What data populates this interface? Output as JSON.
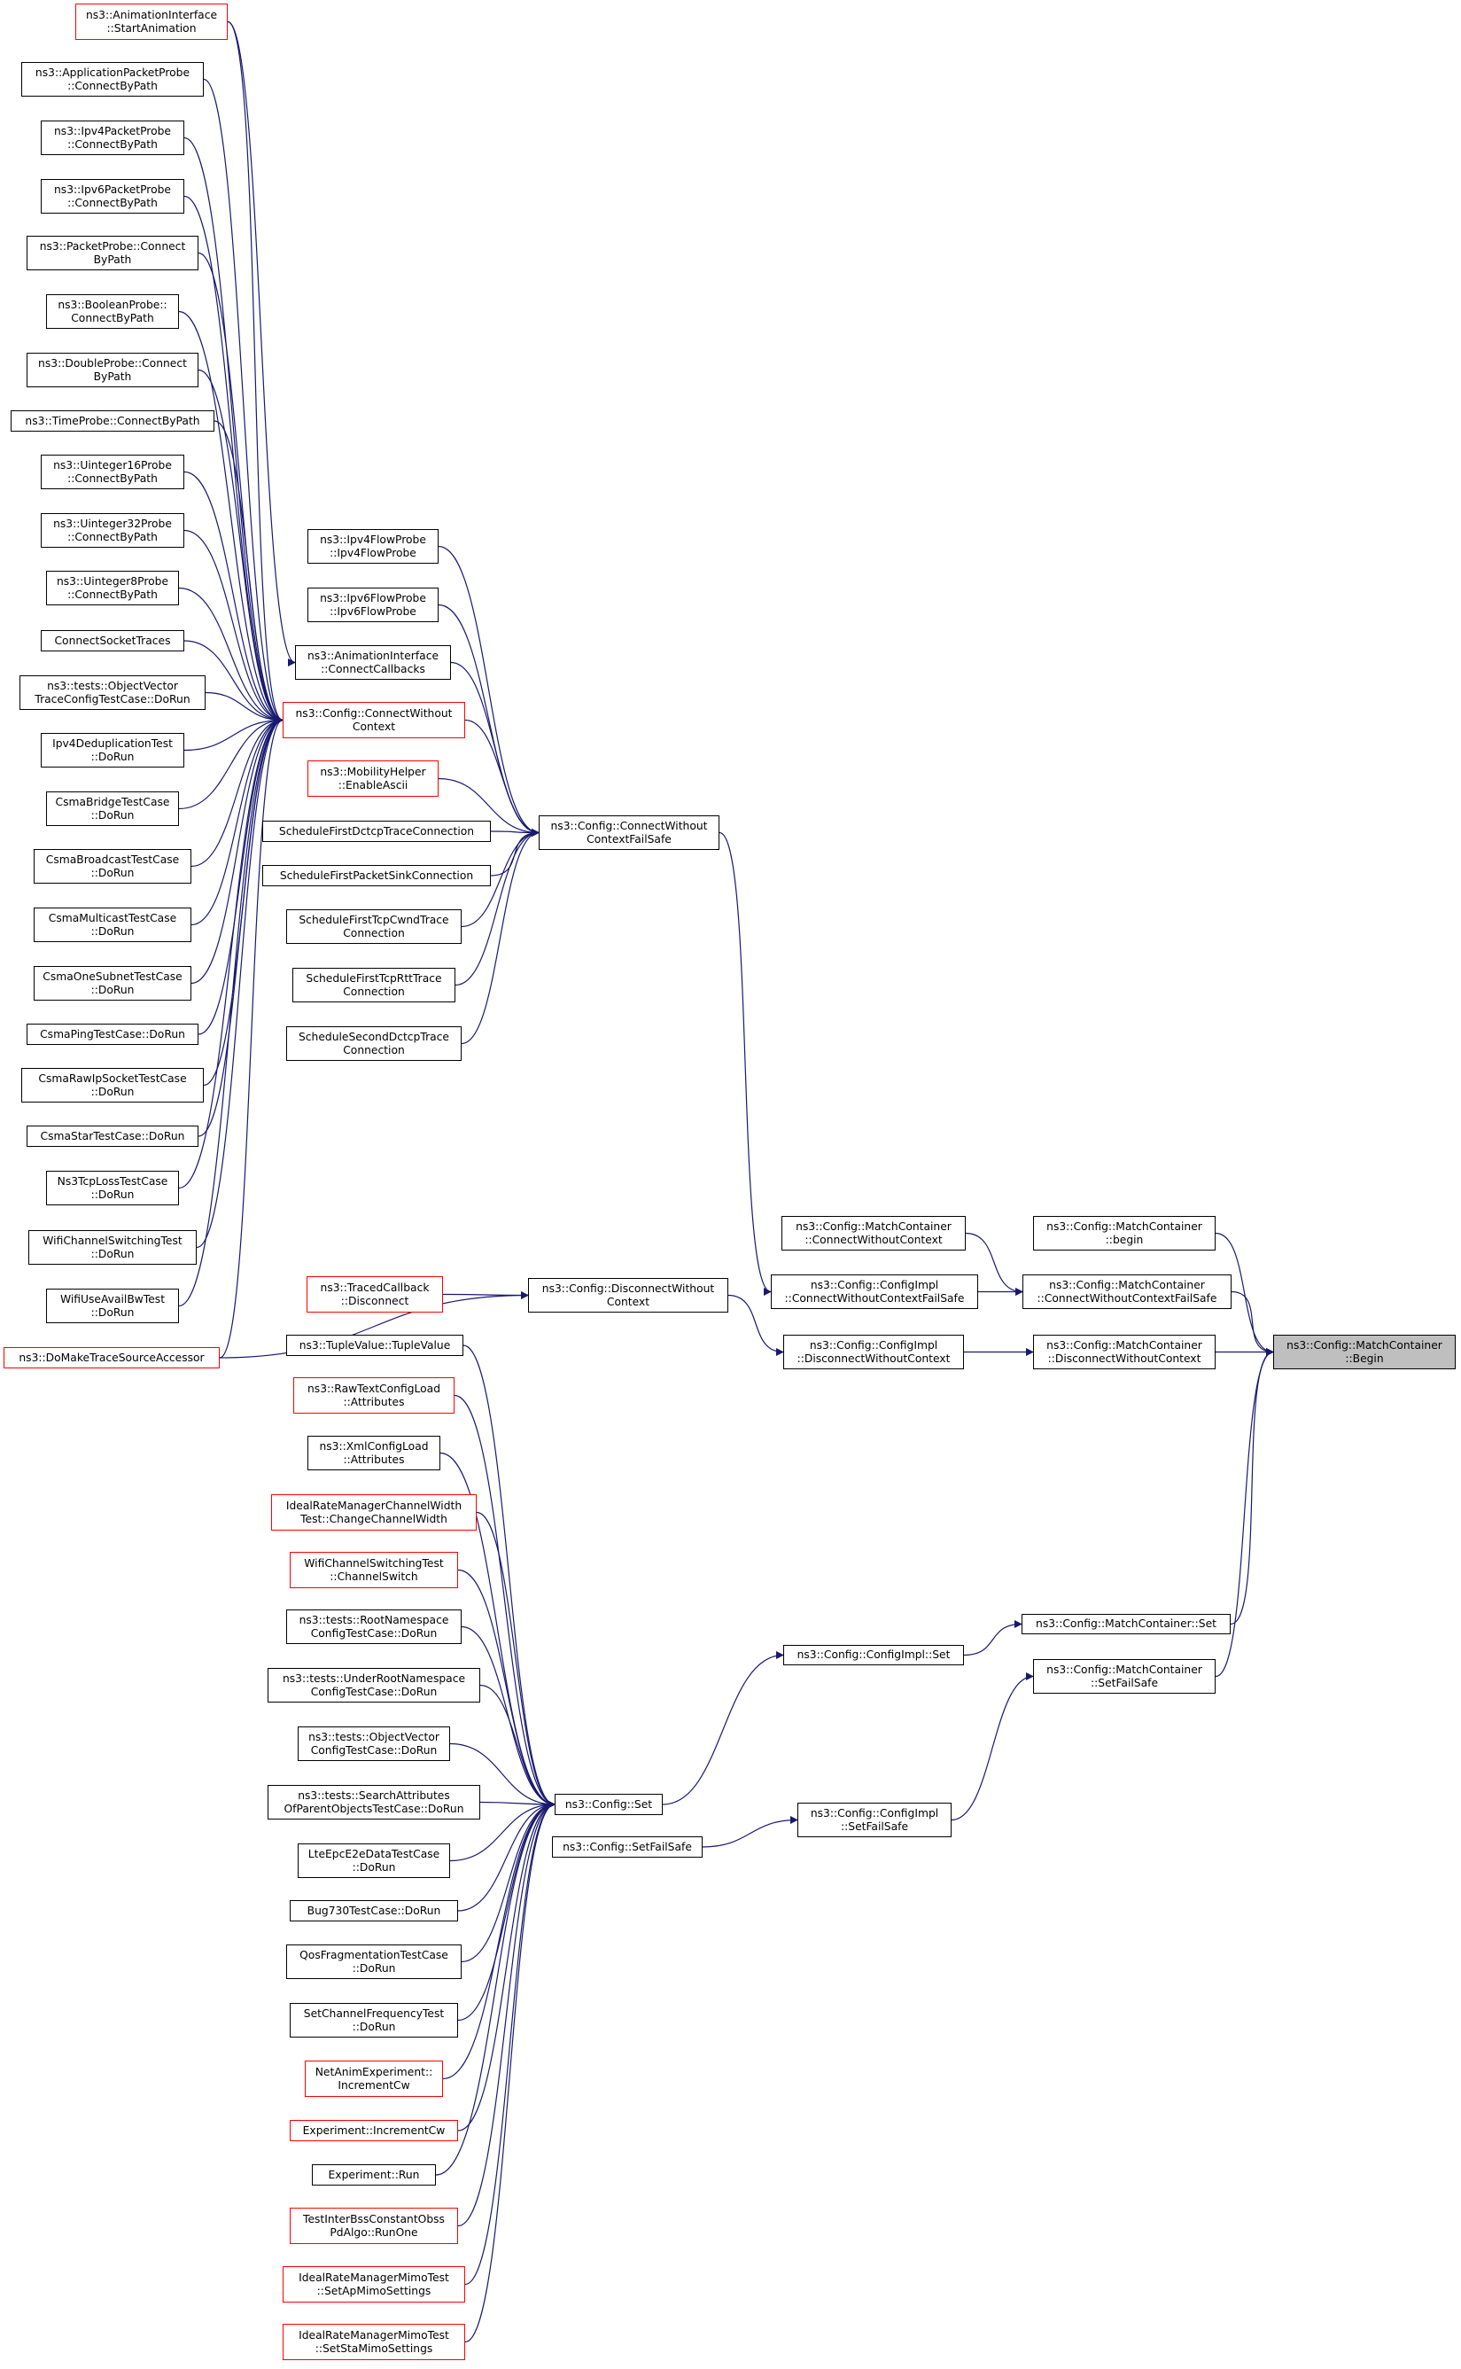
{
  "diagram": {
    "colors": {
      "edge": "#191970",
      "node_border": "#000000",
      "truncated_border": "#ff0000",
      "target_fill": "#bfbfbf"
    },
    "nodes": [
      {
        "id": "begin-target",
        "lines": [
          "ns3::Config::MatchContainer",
          "::Begin"
        ],
        "style": "target"
      },
      {
        "id": "mc-begin-lower",
        "lines": [
          "ns3::Config::MatchContainer",
          "::begin"
        ],
        "style": "normal"
      },
      {
        "id": "mc-connectwoctx-failsafe",
        "lines": [
          "ns3::Config::MatchContainer",
          "::ConnectWithoutContextFailSafe"
        ],
        "style": "normal"
      },
      {
        "id": "mc-disconnectwoctx",
        "lines": [
          "ns3::Config::MatchContainer",
          "::DisconnectWithoutContext"
        ],
        "style": "normal"
      },
      {
        "id": "mc-set",
        "lines": [
          "ns3::Config::MatchContainer::Set"
        ],
        "style": "normal"
      },
      {
        "id": "mc-setfailsafe",
        "lines": [
          "ns3::Config::MatchContainer",
          "::SetFailSafe"
        ],
        "style": "normal"
      },
      {
        "id": "mc-connectwoctx",
        "lines": [
          "ns3::Config::MatchContainer",
          "::ConnectWithoutContext"
        ],
        "style": "normal"
      },
      {
        "id": "ci-connectwoctx-failsafe",
        "lines": [
          "ns3::Config::ConfigImpl",
          "::ConnectWithoutContextFailSafe"
        ],
        "style": "normal"
      },
      {
        "id": "ci-disconnectwoctx",
        "lines": [
          "ns3::Config::ConfigImpl",
          "::DisconnectWithoutContext"
        ],
        "style": "normal"
      },
      {
        "id": "ci-set",
        "lines": [
          "ns3::Config::ConfigImpl::Set"
        ],
        "style": "normal"
      },
      {
        "id": "ci-setfailsafe",
        "lines": [
          "ns3::Config::ConfigImpl",
          "::SetFailSafe"
        ],
        "style": "normal"
      },
      {
        "id": "cfg-connectwoctx-failsafe",
        "lines": [
          "ns3::Config::ConnectWithout",
          "ContextFailSafe"
        ],
        "style": "normal"
      },
      {
        "id": "cfg-disconnectwoctx",
        "lines": [
          "ns3::Config::DisconnectWithout",
          "Context"
        ],
        "style": "normal"
      },
      {
        "id": "cfg-set",
        "lines": [
          "ns3::Config::Set"
        ],
        "style": "normal"
      },
      {
        "id": "cfg-setfailsafe",
        "lines": [
          "ns3::Config::SetFailSafe"
        ],
        "style": "normal"
      },
      {
        "id": "cfg-connectwoctx",
        "lines": [
          "ns3::Config::ConnectWithout",
          "Context"
        ],
        "style": "red"
      },
      {
        "id": "tracedcb-disconnect",
        "lines": [
          "ns3::TracedCallback",
          "::Disconnect"
        ],
        "style": "red"
      },
      {
        "id": "ipv4flowprobe",
        "lines": [
          "ns3::Ipv4FlowProbe",
          "::Ipv4FlowProbe"
        ],
        "style": "normal"
      },
      {
        "id": "ipv6flowprobe",
        "lines": [
          "ns3::Ipv6FlowProbe",
          "::Ipv6FlowProbe"
        ],
        "style": "normal"
      },
      {
        "id": "anim-connectcallbacks",
        "lines": [
          "ns3::AnimationInterface",
          "::ConnectCallbacks"
        ],
        "style": "normal"
      },
      {
        "id": "mobilityhelper-enableascii",
        "lines": [
          "ns3::MobilityHelper",
          "::EnableAscii"
        ],
        "style": "red"
      },
      {
        "id": "sched-first-dctcp",
        "lines": [
          "ScheduleFirstDctcpTraceConnection"
        ],
        "style": "normal"
      },
      {
        "id": "sched-first-packetsink",
        "lines": [
          "ScheduleFirstPacketSinkConnection"
        ],
        "style": "normal"
      },
      {
        "id": "sched-first-tcpcwnd",
        "lines": [
          "ScheduleFirstTcpCwndTrace",
          "Connection"
        ],
        "style": "normal"
      },
      {
        "id": "sched-first-tcprtt",
        "lines": [
          "ScheduleFirstTcpRttTrace",
          "Connection"
        ],
        "style": "normal"
      },
      {
        "id": "sched-second-dctcp",
        "lines": [
          "ScheduleSecondDctcpTrace",
          "Connection"
        ],
        "style": "normal"
      },
      {
        "id": "anim-startanimation",
        "lines": [
          "ns3::AnimationInterface",
          "::StartAnimation"
        ],
        "style": "red"
      },
      {
        "id": "app-packetprobe",
        "lines": [
          "ns3::ApplicationPacketProbe",
          "::ConnectByPath"
        ],
        "style": "normal"
      },
      {
        "id": "ipv4-packetprobe",
        "lines": [
          "ns3::Ipv4PacketProbe",
          "::ConnectByPath"
        ],
        "style": "normal"
      },
      {
        "id": "ipv6-packetprobe",
        "lines": [
          "ns3::Ipv6PacketProbe",
          "::ConnectByPath"
        ],
        "style": "normal"
      },
      {
        "id": "packetprobe",
        "lines": [
          "ns3::PacketProbe::Connect",
          "ByPath"
        ],
        "style": "normal"
      },
      {
        "id": "booleanprobe",
        "lines": [
          "ns3::BooleanProbe::",
          "ConnectByPath"
        ],
        "style": "normal"
      },
      {
        "id": "doubleprobe",
        "lines": [
          "ns3::DoubleProbe::Connect",
          "ByPath"
        ],
        "style": "normal"
      },
      {
        "id": "timeprobe",
        "lines": [
          "ns3::TimeProbe::ConnectByPath"
        ],
        "style": "normal"
      },
      {
        "id": "uint16probe",
        "lines": [
          "ns3::Uinteger16Probe",
          "::ConnectByPath"
        ],
        "style": "normal"
      },
      {
        "id": "uint32probe",
        "lines": [
          "ns3::Uinteger32Probe",
          "::ConnectByPath"
        ],
        "style": "normal"
      },
      {
        "id": "uint8probe",
        "lines": [
          "ns3::Uinteger8Probe",
          "::ConnectByPath"
        ],
        "style": "normal"
      },
      {
        "id": "connectsockettraces",
        "lines": [
          "ConnectSocketTraces"
        ],
        "style": "normal"
      },
      {
        "id": "objvector-traceconfig",
        "lines": [
          "ns3::tests::ObjectVector",
          "TraceConfigTestCase::DoRun"
        ],
        "style": "normal"
      },
      {
        "id": "ipv4dedup",
        "lines": [
          "Ipv4DeduplicationTest",
          "::DoRun"
        ],
        "style": "normal"
      },
      {
        "id": "csmabridge",
        "lines": [
          "CsmaBridgeTestCase",
          "::DoRun"
        ],
        "style": "normal"
      },
      {
        "id": "csmabroadcast",
        "lines": [
          "CsmaBroadcastTestCase",
          "::DoRun"
        ],
        "style": "normal"
      },
      {
        "id": "csmamulticast",
        "lines": [
          "CsmaMulticastTestCase",
          "::DoRun"
        ],
        "style": "normal"
      },
      {
        "id": "csmaonesubnet",
        "lines": [
          "CsmaOneSubnetTestCase",
          "::DoRun"
        ],
        "style": "normal"
      },
      {
        "id": "csmaping",
        "lines": [
          "CsmaPingTestCase::DoRun"
        ],
        "style": "normal"
      },
      {
        "id": "csmarawip",
        "lines": [
          "CsmaRawIpSocketTestCase",
          "::DoRun"
        ],
        "style": "normal"
      },
      {
        "id": "csmastar",
        "lines": [
          "CsmaStarTestCase::DoRun"
        ],
        "style": "normal"
      },
      {
        "id": "ns3tcploss",
        "lines": [
          "Ns3TcpLossTestCase",
          "::DoRun"
        ],
        "style": "normal"
      },
      {
        "id": "wifichannelswitching-dorun",
        "lines": [
          "WifiChannelSwitchingTest",
          "::DoRun"
        ],
        "style": "normal"
      },
      {
        "id": "wifiuseavailbw",
        "lines": [
          "WifiUseAvailBwTest",
          "::DoRun"
        ],
        "style": "normal"
      },
      {
        "id": "domaketracesourceaccessor",
        "lines": [
          "ns3::DoMakeTraceSourceAccessor"
        ],
        "style": "red"
      },
      {
        "id": "tuplevalue",
        "lines": [
          "ns3::TupleValue::TupleValue"
        ],
        "style": "normal"
      },
      {
        "id": "rawtextconfigload",
        "lines": [
          "ns3::RawTextConfigLoad",
          "::Attributes"
        ],
        "style": "red"
      },
      {
        "id": "xmlconfigload",
        "lines": [
          "ns3::XmlConfigLoad",
          "::Attributes"
        ],
        "style": "normal"
      },
      {
        "id": "idealrate-changewidth",
        "lines": [
          "IdealRateManagerChannelWidth",
          "Test::ChangeChannelWidth"
        ],
        "style": "red"
      },
      {
        "id": "wifichannelswitching-switch",
        "lines": [
          "WifiChannelSwitchingTest",
          "::ChannelSwitch"
        ],
        "style": "red"
      },
      {
        "id": "rootnamespace",
        "lines": [
          "ns3::tests::RootNamespace",
          "ConfigTestCase::DoRun"
        ],
        "style": "normal"
      },
      {
        "id": "underrootnamespace",
        "lines": [
          "ns3::tests::UnderRootNamespace",
          "ConfigTestCase::DoRun"
        ],
        "style": "normal"
      },
      {
        "id": "objvector-config",
        "lines": [
          "ns3::tests::ObjectVector",
          "ConfigTestCase::DoRun"
        ],
        "style": "normal"
      },
      {
        "id": "searchattributes",
        "lines": [
          "ns3::tests::SearchAttributes",
          "OfParentObjectsTestCase::DoRun"
        ],
        "style": "normal"
      },
      {
        "id": "lteepce2e",
        "lines": [
          "LteEpcE2eDataTestCase",
          "::DoRun"
        ],
        "style": "normal"
      },
      {
        "id": "bug730",
        "lines": [
          "Bug730TestCase::DoRun"
        ],
        "style": "normal"
      },
      {
        "id": "qosfragmentation",
        "lines": [
          "QosFragmentationTestCase",
          "::DoRun"
        ],
        "style": "normal"
      },
      {
        "id": "setchannelfrequency",
        "lines": [
          "SetChannelFrequencyTest",
          "::DoRun"
        ],
        "style": "normal"
      },
      {
        "id": "netanim-incrementcw",
        "lines": [
          "NetAnimExperiment::",
          "IncrementCw"
        ],
        "style": "red"
      },
      {
        "id": "experiment-incrementcw",
        "lines": [
          "Experiment::IncrementCw"
        ],
        "style": "red"
      },
      {
        "id": "experiment-run",
        "lines": [
          "Experiment::Run"
        ],
        "style": "normal"
      },
      {
        "id": "testinterbss",
        "lines": [
          "TestInterBssConstantObss",
          "PdAlgo::RunOne"
        ],
        "style": "red"
      },
      {
        "id": "idealrate-ap-mimo",
        "lines": [
          "IdealRateManagerMimoTest",
          "::SetApMimoSettings"
        ],
        "style": "red"
      },
      {
        "id": "idealrate-sta-mimo",
        "lines": [
          "IdealRateManagerMimoTest",
          "::SetStaMimoSettings"
        ],
        "style": "red"
      }
    ]
  }
}
